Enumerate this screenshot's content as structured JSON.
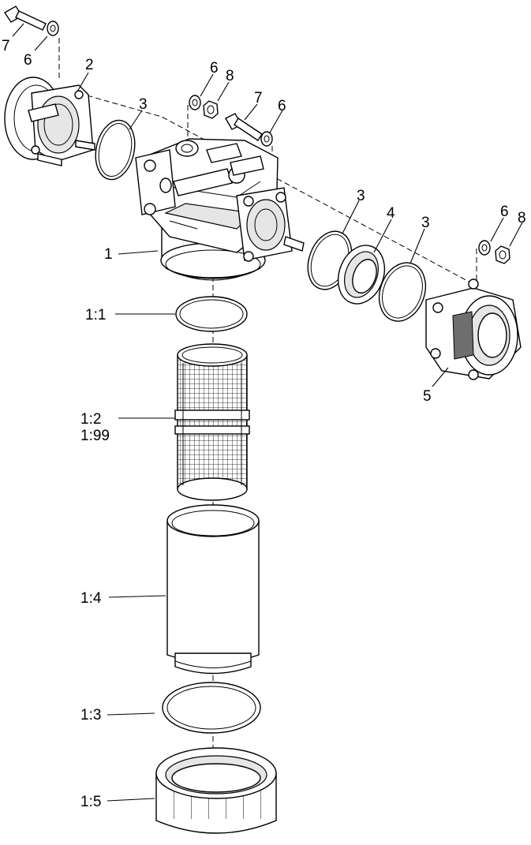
{
  "figure": {
    "callouts": {
      "c7_top": "7",
      "c6_top": "6",
      "c2": "2",
      "c3_left": "3",
      "c6_mid": "6",
      "c8_mid": "8",
      "c7_mid": "7",
      "c6_right": "6",
      "c1": "1",
      "c3_a": "3",
      "c4": "4",
      "c3_b": "3",
      "c6_far": "6",
      "c8_far": "8",
      "c5": "5",
      "c1_1": "1:1",
      "c1_2": "1:2",
      "c1_99": "1:99",
      "c1_4": "1:4",
      "c1_3": "1:3",
      "c1_5": "1:5"
    }
  }
}
